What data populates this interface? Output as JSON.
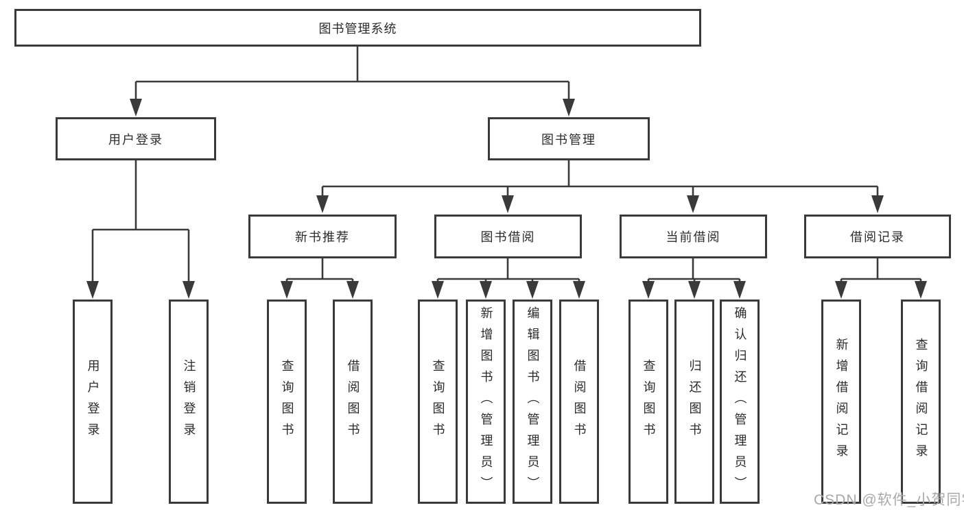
{
  "tree": {
    "label": "图书管理系统",
    "children": [
      {
        "label": "用户登录",
        "children": [
          {
            "label": "用户登录"
          },
          {
            "label": "注销登录"
          }
        ]
      },
      {
        "label": "图书管理",
        "children": [
          {
            "label": "新书推荐",
            "children": [
              {
                "label": "查询图书"
              },
              {
                "label": "借阅图书"
              }
            ]
          },
          {
            "label": "图书借阅",
            "children": [
              {
                "label": "查询图书"
              },
              {
                "label": "新增图书（管理员）"
              },
              {
                "label": "编辑图书（管理员）"
              },
              {
                "label": "借阅图书"
              }
            ]
          },
          {
            "label": "当前借阅",
            "children": [
              {
                "label": "查询图书"
              },
              {
                "label": "归还图书"
              },
              {
                "label": "确认归还（管理员）"
              }
            ]
          },
          {
            "label": "借阅记录",
            "children": [
              {
                "label": "新增借阅记录"
              },
              {
                "label": "查询借阅记录"
              }
            ]
          }
        ]
      }
    ]
  },
  "watermark": {
    "text": "CSDN @软件_小贺同学"
  },
  "colors": {
    "line": "#3a3a3a",
    "text": "#2b2b2b",
    "watermark": "#a9a9a9",
    "background": "#ffffff"
  }
}
